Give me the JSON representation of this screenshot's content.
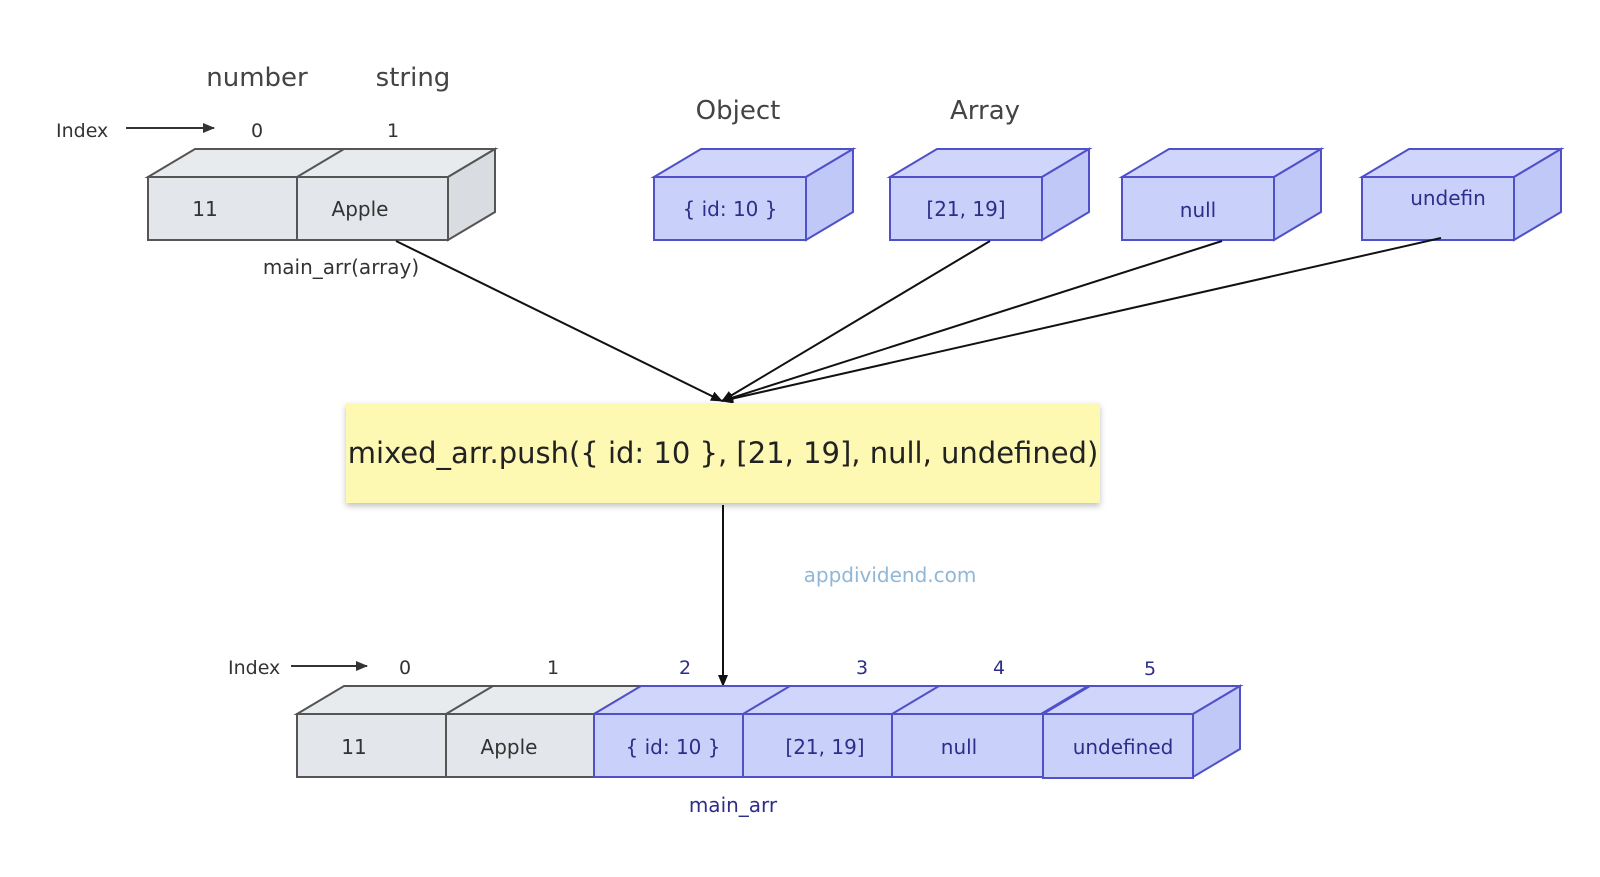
{
  "colors": {
    "gray_face": "#e3e6ea",
    "gray_top": "#e8ebee",
    "gray_side": "#d9dce0",
    "gray_stroke": "#555555",
    "blue_face": "#c9d0fa",
    "blue_top": "#cfd5fb",
    "blue_side": "#c0c8f8",
    "blue_stroke": "#5050c8",
    "blue_text": "#2e2e8a",
    "arrow": "#111111",
    "watermark": "#8fb7d8"
  },
  "top": {
    "type_labels": [
      "number",
      "string",
      "Object",
      "Array"
    ],
    "index_label": "Index",
    "indices": [
      "0",
      "1"
    ],
    "main_array": {
      "cells": [
        "11",
        "Apple"
      ],
      "caption": "main_arr(array)"
    },
    "pushed_items": [
      "{ id: 10 }",
      "[21, 19]",
      "null",
      "undefin"
    ]
  },
  "push_statement": "mixed_arr.push({ id: 10 }, [21, 19], null, undefined)",
  "watermark": "appdividend.com",
  "bottom": {
    "index_label": "Index",
    "indices": [
      "0",
      "1",
      "2",
      "3",
      "4",
      "5"
    ],
    "cells": [
      "11",
      "Apple",
      "{ id: 10 }",
      "[21, 19]",
      "null",
      "undefined"
    ],
    "caption": "main_arr"
  }
}
